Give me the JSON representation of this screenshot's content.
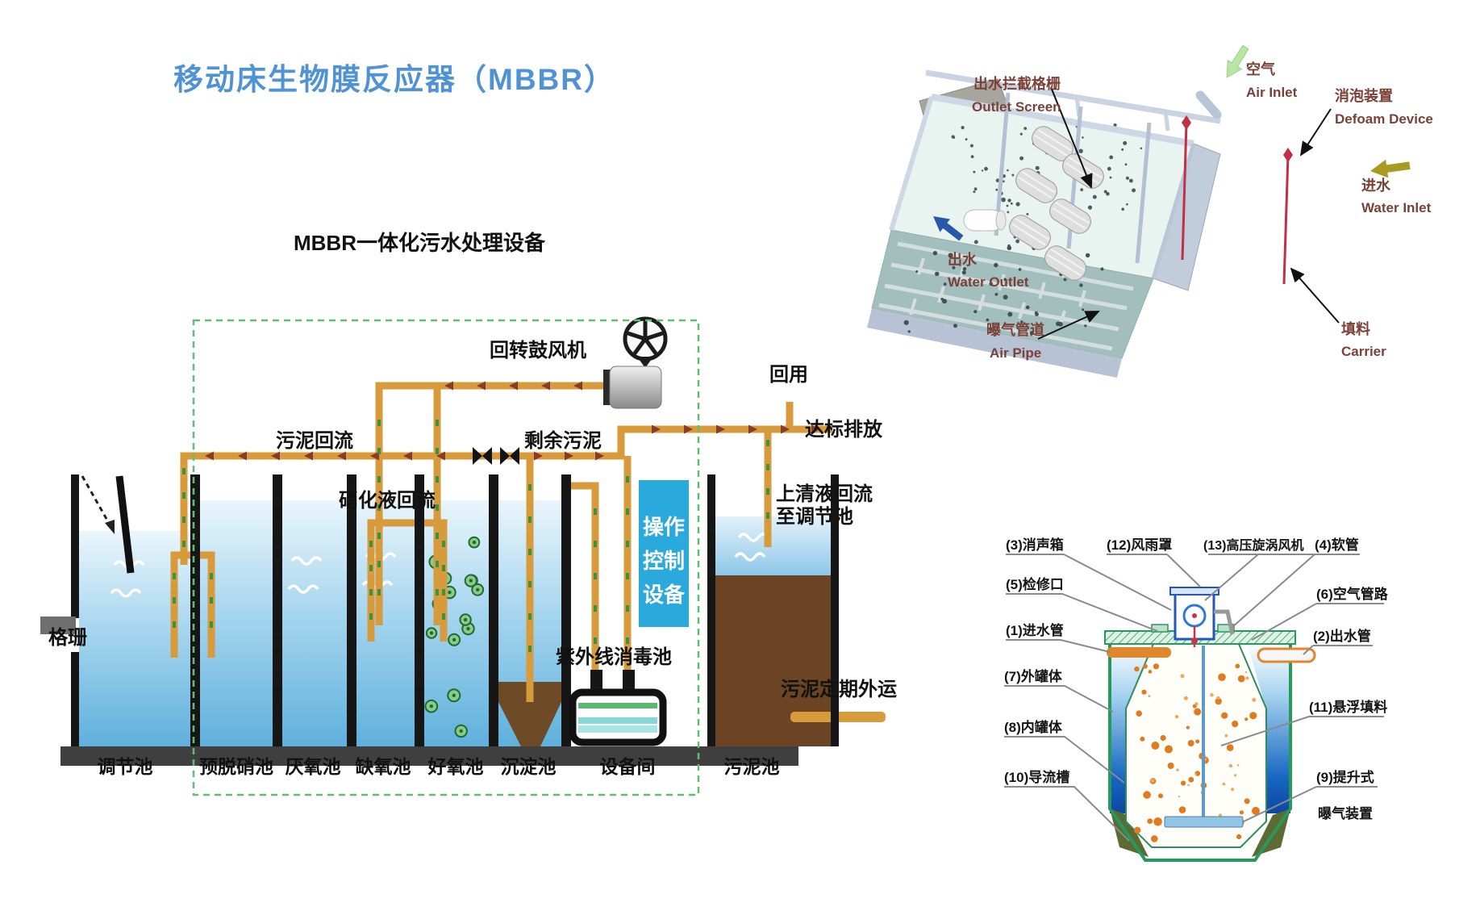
{
  "page": {
    "title": "移动床生物膜反应器（MBBR）"
  },
  "process_diagram": {
    "title": "MBBR一体化污水处理设备",
    "labels": {
      "blower": "回转鼓风机",
      "sludge_return": "污泥回流",
      "excess_sludge": "剩余污泥",
      "nitrified_return": "硝化液回流",
      "reuse": "回用",
      "discharge": "达标排放",
      "supernatant_line1": "上清液回流",
      "supernatant_line2": "至调节池",
      "uv_tank": "紫外线消毒池",
      "sludge_removal": "污泥定期外运",
      "screen": "格珊"
    },
    "control_box": [
      "操作",
      "控制",
      "设备"
    ],
    "tanks": [
      "调节池",
      "预脱硝池",
      "厌氧池",
      "缺氧池",
      "好氧池",
      "沉淀池",
      "设备间",
      "污泥池"
    ]
  },
  "tank_3d": {
    "outlet_screen": {
      "zh": "出水拦截格栅",
      "en": "Outlet Screen"
    },
    "air_inlet": {
      "zh": "空气",
      "en": "Air Inlet"
    },
    "defoam": {
      "zh": "消泡装置",
      "en": "Defoam Device"
    },
    "water_inlet": {
      "zh": "进水",
      "en": "Water Inlet"
    },
    "water_outlet": {
      "zh": "出水",
      "en": "Water Outlet"
    },
    "air_pipe": {
      "zh": "曝气管道",
      "en": "Air Pipe"
    },
    "carrier": {
      "zh": "填料",
      "en": "Carrier"
    }
  },
  "cross_section": {
    "left_labels": [
      "(3)消声箱",
      "(5)检修口",
      "(1)进水管",
      "(7)外罐体",
      "(8)内罐体",
      "(10)导流槽"
    ],
    "right_labels": [
      "(12)风雨罩",
      "(13)高压旋涡风机",
      "(4)软管",
      "(6)空气管路",
      "(2)出水管",
      "(11)悬浮填料",
      "(9)提升式",
      "曝气装置"
    ]
  },
  "colors": {
    "title_blue": "#4f93d4",
    "pipe_orange": "#d79b3c",
    "dashed_border_green": "#5ec06e",
    "control_box_blue": "#29a9dc",
    "sludge_brown": "#6b4423",
    "label_maroon": "#7b4036"
  }
}
